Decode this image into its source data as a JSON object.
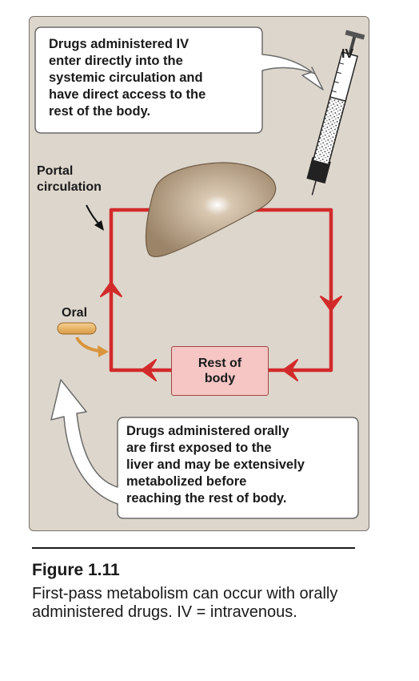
{
  "callouts": {
    "iv_text": "Drugs administered IV\nenter directly into the\nsystemic circulation and\nhave direct access to the\nrest of the body.",
    "oral_text": "Drugs administered orally\nare first exposed to the\nliver and may be extensively\nmetabolized before\nreaching the rest of body."
  },
  "labels": {
    "iv": "IV",
    "portal": "Portal\ncirculation",
    "oral": "Oral",
    "rest_of_body": "Rest of\nbody"
  },
  "figure": {
    "number": "Figure 1.11",
    "caption": "First-pass metabolism can occur with orally administered drugs. IV = intravenous."
  },
  "colors": {
    "panel": "#ddd6cc",
    "circulation": "#d22a2a",
    "liver": "#a68f74",
    "pill": "#e8b25f",
    "box_fill": "#f5c6c4"
  }
}
